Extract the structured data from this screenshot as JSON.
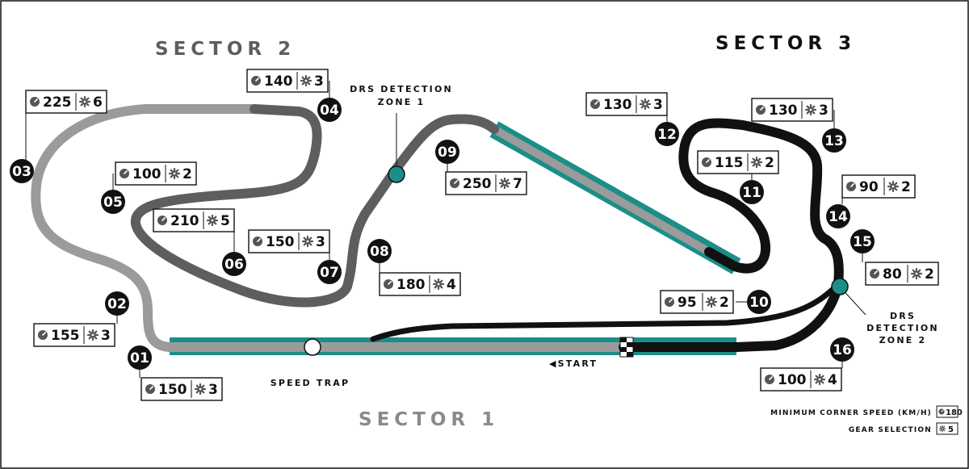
{
  "sectors": {
    "s1": "SECTOR 1",
    "s2": "SECTOR 2",
    "s3": "SECTOR 3"
  },
  "labels": {
    "drs1_line1": "DRS DETECTION",
    "drs1_line2": "ZONE 1",
    "drs2_line1": "DRS",
    "drs2_line2": "DETECTION",
    "drs2_line3": "ZONE 2",
    "speed_trap": "SPEED TRAP",
    "start": "◀START"
  },
  "corners": [
    {
      "num": "01",
      "speed": "150",
      "gear": "3"
    },
    {
      "num": "02",
      "speed": "155",
      "gear": "3"
    },
    {
      "num": "03",
      "speed": "225",
      "gear": "6"
    },
    {
      "num": "04",
      "speed": "140",
      "gear": "3"
    },
    {
      "num": "05",
      "speed": "100",
      "gear": "2"
    },
    {
      "num": "06",
      "speed": "210",
      "gear": "5"
    },
    {
      "num": "07",
      "speed": "150",
      "gear": "3"
    },
    {
      "num": "08",
      "speed": "180",
      "gear": "4"
    },
    {
      "num": "09",
      "speed": "250",
      "gear": "7"
    },
    {
      "num": "10",
      "speed": "95",
      "gear": "2"
    },
    {
      "num": "11",
      "speed": "115",
      "gear": "2"
    },
    {
      "num": "12",
      "speed": "130",
      "gear": "3"
    },
    {
      "num": "13",
      "speed": "130",
      "gear": "3"
    },
    {
      "num": "14",
      "speed": "90",
      "gear": "2"
    },
    {
      "num": "15",
      "speed": "80",
      "gear": "2"
    },
    {
      "num": "16",
      "speed": "100",
      "gear": "4"
    }
  ],
  "legend": {
    "speed_label": "MINIMUM CORNER SPEED (KM/H)",
    "speed_example": "180",
    "gear_label": "GEAR SELECTION",
    "gear_example": "5"
  },
  "icons": {
    "speed": "speedometer-icon",
    "gear": "gear-icon"
  },
  "colors": {
    "sector1": "#9b9b9b",
    "sector2": "#5e5e5e",
    "sector3": "#111111",
    "drs_zone": "#1a8f88",
    "badge": "#111111"
  }
}
